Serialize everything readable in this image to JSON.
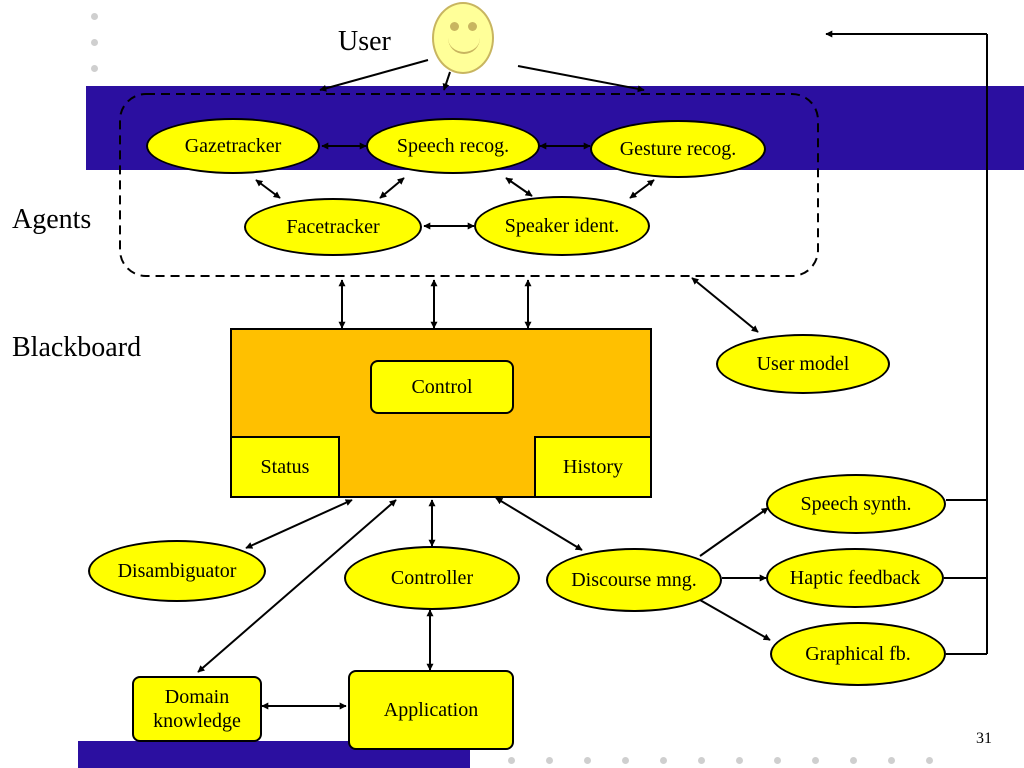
{
  "slide": {
    "user_label": "User",
    "agents_label": "Agents",
    "blackboard_label": "Blackboard",
    "page_number": "31"
  },
  "agents": {
    "gazetracker": "Gazetracker",
    "speech_recog": "Speech recog.",
    "gesture_recog": "Gesture recog.",
    "facetracker": "Facetracker",
    "speaker_ident": "Speaker ident."
  },
  "blackboard": {
    "control": "Control",
    "status": "Status",
    "history": "History"
  },
  "modules": {
    "user_model": "User model",
    "disambiguator": "Disambiguator",
    "controller": "Controller",
    "discourse_mng": "Discourse mng.",
    "speech_synth": "Speech synth.",
    "haptic_feedback": "Haptic feedback",
    "graphical_fb": "Graphical fb.",
    "domain_knowledge": "Domain knowledge",
    "application": "Application"
  },
  "colors": {
    "band": "#2b0fa0",
    "node_fill": "#ffff00",
    "blackboard_fill": "#ffc000",
    "face_fill": "#ffff99",
    "stroke": "#000000"
  },
  "icons": {
    "user": "smiley-face-icon"
  }
}
